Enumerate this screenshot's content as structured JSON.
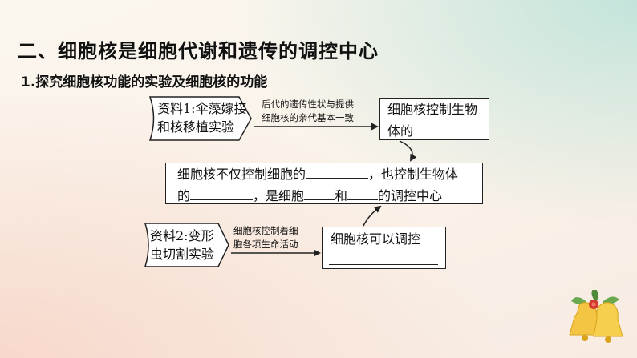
{
  "heading": "二、细胞核是细胞代谢和遗传的调控中心",
  "subheading": "1.探究细胞核功能的实验及细胞核的功能",
  "source1": {
    "line1": "资料1:伞藻嫁接",
    "line2": "和核移植实验"
  },
  "arrow1_label": {
    "line1": "后代的遗传性状与提供",
    "line2": "细胞核的亲代基本一致"
  },
  "box1": {
    "line1": "细胞核控制生物",
    "line2_prefix": "体的"
  },
  "center_box": {
    "line1_a": "细胞核不仅控制细胞的",
    "line1_b": "，也控制生物体",
    "line2_a": "的",
    "line2_b": "，是细胞",
    "line2_c": "和",
    "line2_d": "的调控中心"
  },
  "source2": {
    "line1": "资料2:变形",
    "line2": "虫切割实验"
  },
  "arrow2_label": {
    "line1": "细胞核控制着细",
    "line2": "胞各项生命活动"
  },
  "box2": {
    "line1": "细胞核可以调控"
  }
}
